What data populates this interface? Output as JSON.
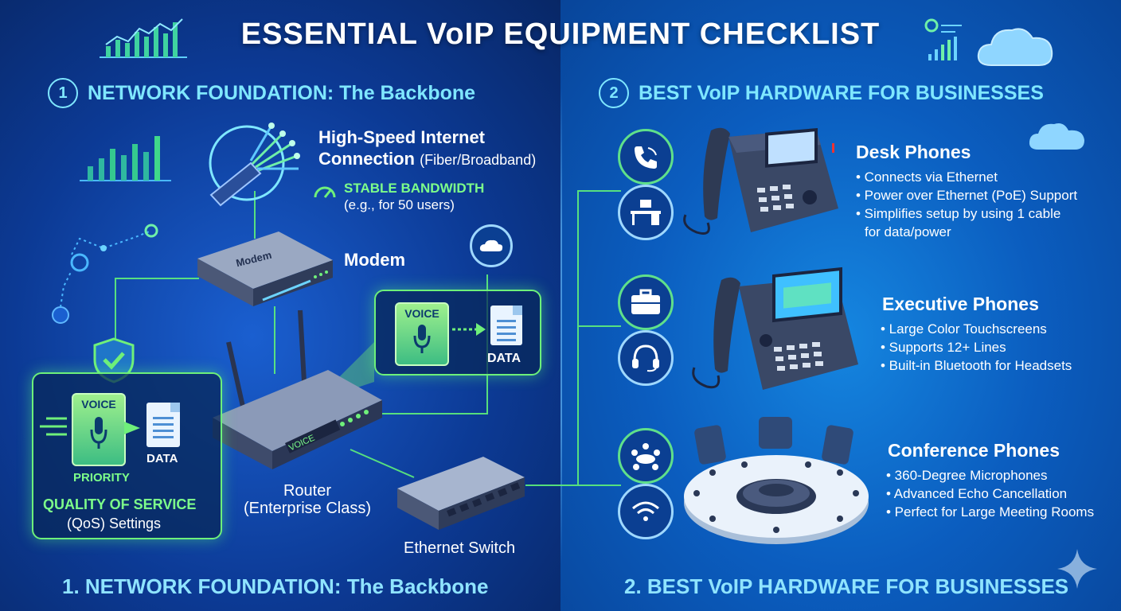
{
  "title": "ESSENTIAL VoIP EQUIPMENT CHECKLIST",
  "sections": {
    "left": {
      "number": "1",
      "title": "NETWORK FOUNDATION: The Backbone"
    },
    "right": {
      "number": "2",
      "title": "BEST VoIP HARDWARE FOR BUSINESSES"
    }
  },
  "network": {
    "internet_title_1": "High-Speed Internet",
    "internet_title_2": "Connection",
    "internet_sub": "(Fiber/Broadband)",
    "bandwidth_title": "STABLE BANDWIDTH",
    "bandwidth_sub": "(e.g., for 50 users)",
    "modem": "Modem",
    "modem_device_label": "Modem",
    "router_1": "Router",
    "router_2": "(Enterprise Class)",
    "router_device_label": "VOICE",
    "switch": "Ethernet Switch",
    "voice": "VOICE",
    "data": "DATA",
    "priority": "PRIORITY",
    "qos_1": "QUALITY OF SERVICE",
    "qos_2": "(QoS) Settings"
  },
  "hardware": {
    "desk": {
      "title": "Desk Phones",
      "bullets": [
        "• Connects via Ethernet",
        "• Power over Ethernet (PoE) Support",
        "• Simplifies setup by using 1 cable",
        "for data/power"
      ]
    },
    "executive": {
      "title": "Executive Phones",
      "bullets": [
        "• Large Color Touchscreens",
        "• Supports 12+ Lines",
        "• Built-in Bluetooth for Headsets"
      ]
    },
    "conference": {
      "title": "Conference Phones",
      "bullets": [
        "• 360-Degree Microphones",
        "• Advanced Echo Cancellation",
        "• Perfect for Large Meeting Rooms"
      ]
    }
  },
  "footer": {
    "left": "1. NETWORK FOUNDATION: The Backbone",
    "right": "2. BEST VoIP HARDWARE FOR BUSINESSES"
  },
  "colors": {
    "accent_green": "#6df07a",
    "accent_cyan": "#7fe7ff",
    "bg_dark": "#082766"
  }
}
